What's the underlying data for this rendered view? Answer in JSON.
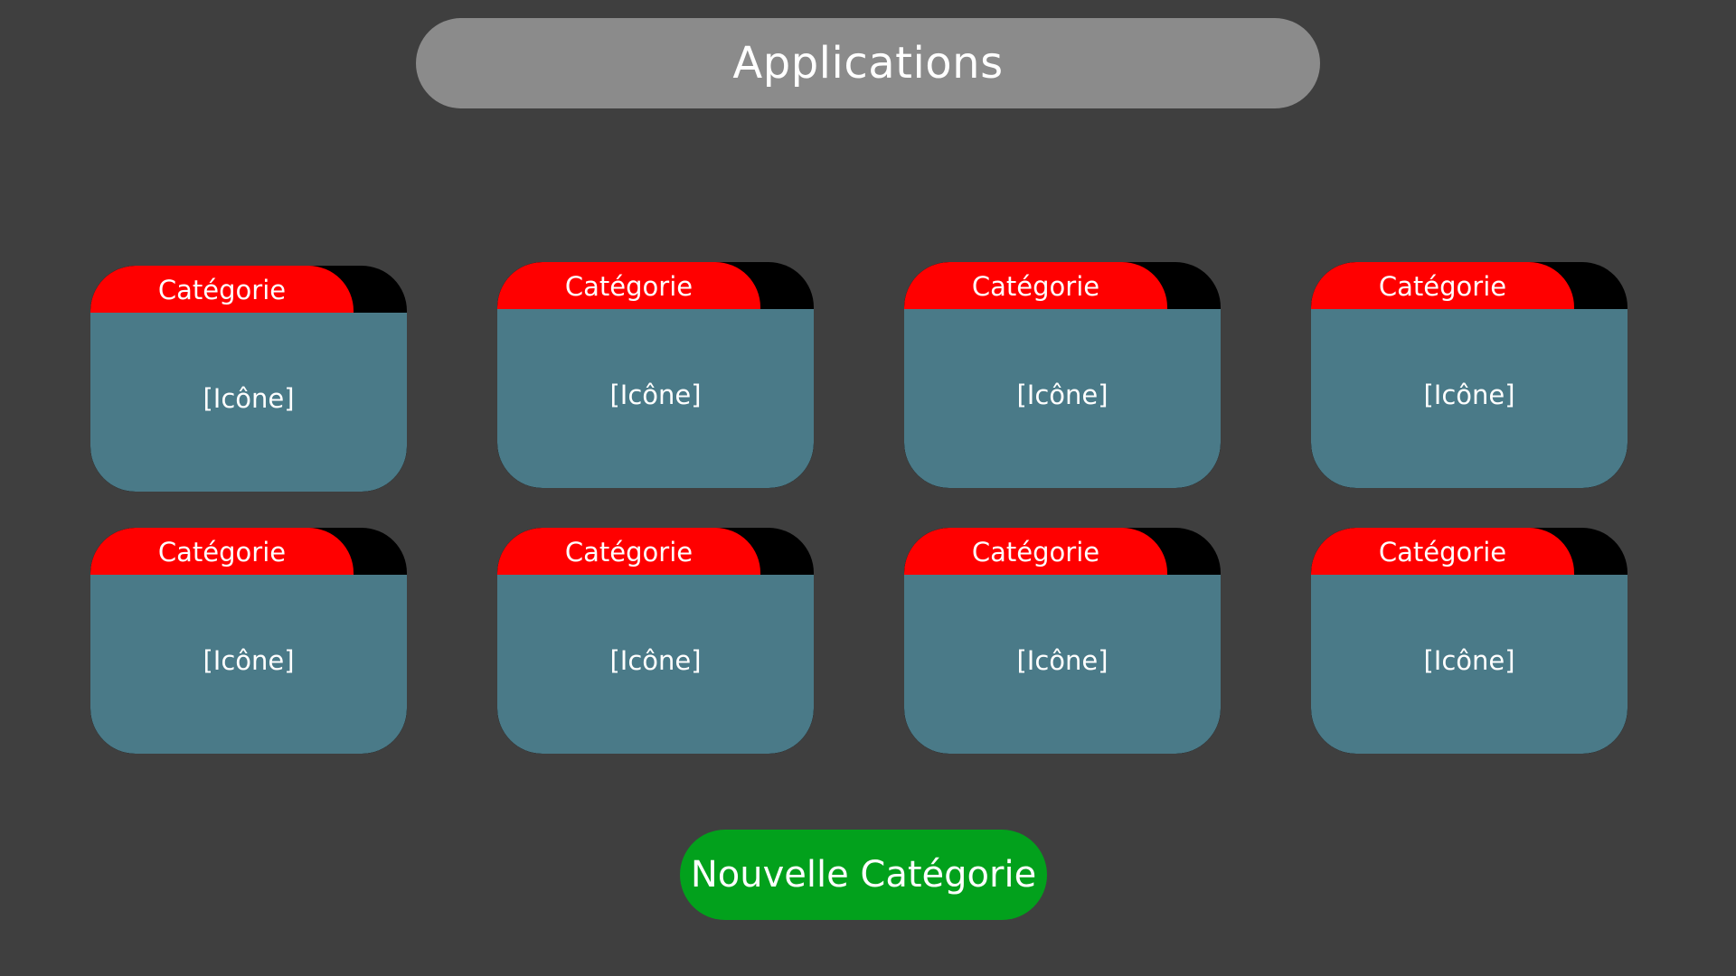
{
  "header": {
    "title": "Applications"
  },
  "categories": [
    {
      "label": "Catégorie",
      "icon_text": "[Icône]"
    },
    {
      "label": "Catégorie",
      "icon_text": "[Icône]"
    },
    {
      "label": "Catégorie",
      "icon_text": "[Icône]"
    },
    {
      "label": "Catégorie",
      "icon_text": "[Icône]"
    },
    {
      "label": "Catégorie",
      "icon_text": "[Icône]"
    },
    {
      "label": "Catégorie",
      "icon_text": "[Icône]"
    },
    {
      "label": "Catégorie",
      "icon_text": "[Icône]"
    },
    {
      "label": "Catégorie",
      "icon_text": "[Icône]"
    }
  ],
  "actions": {
    "new_category_label": "Nouvelle Catégorie"
  },
  "colors": {
    "background": "#3f3f3f",
    "title_bar": "#8b8b8b",
    "tab": "#ff0000",
    "tab_back": "#000000",
    "card_body": "#4a7a88",
    "new_button": "#02a11c",
    "text": "#ffffff"
  }
}
